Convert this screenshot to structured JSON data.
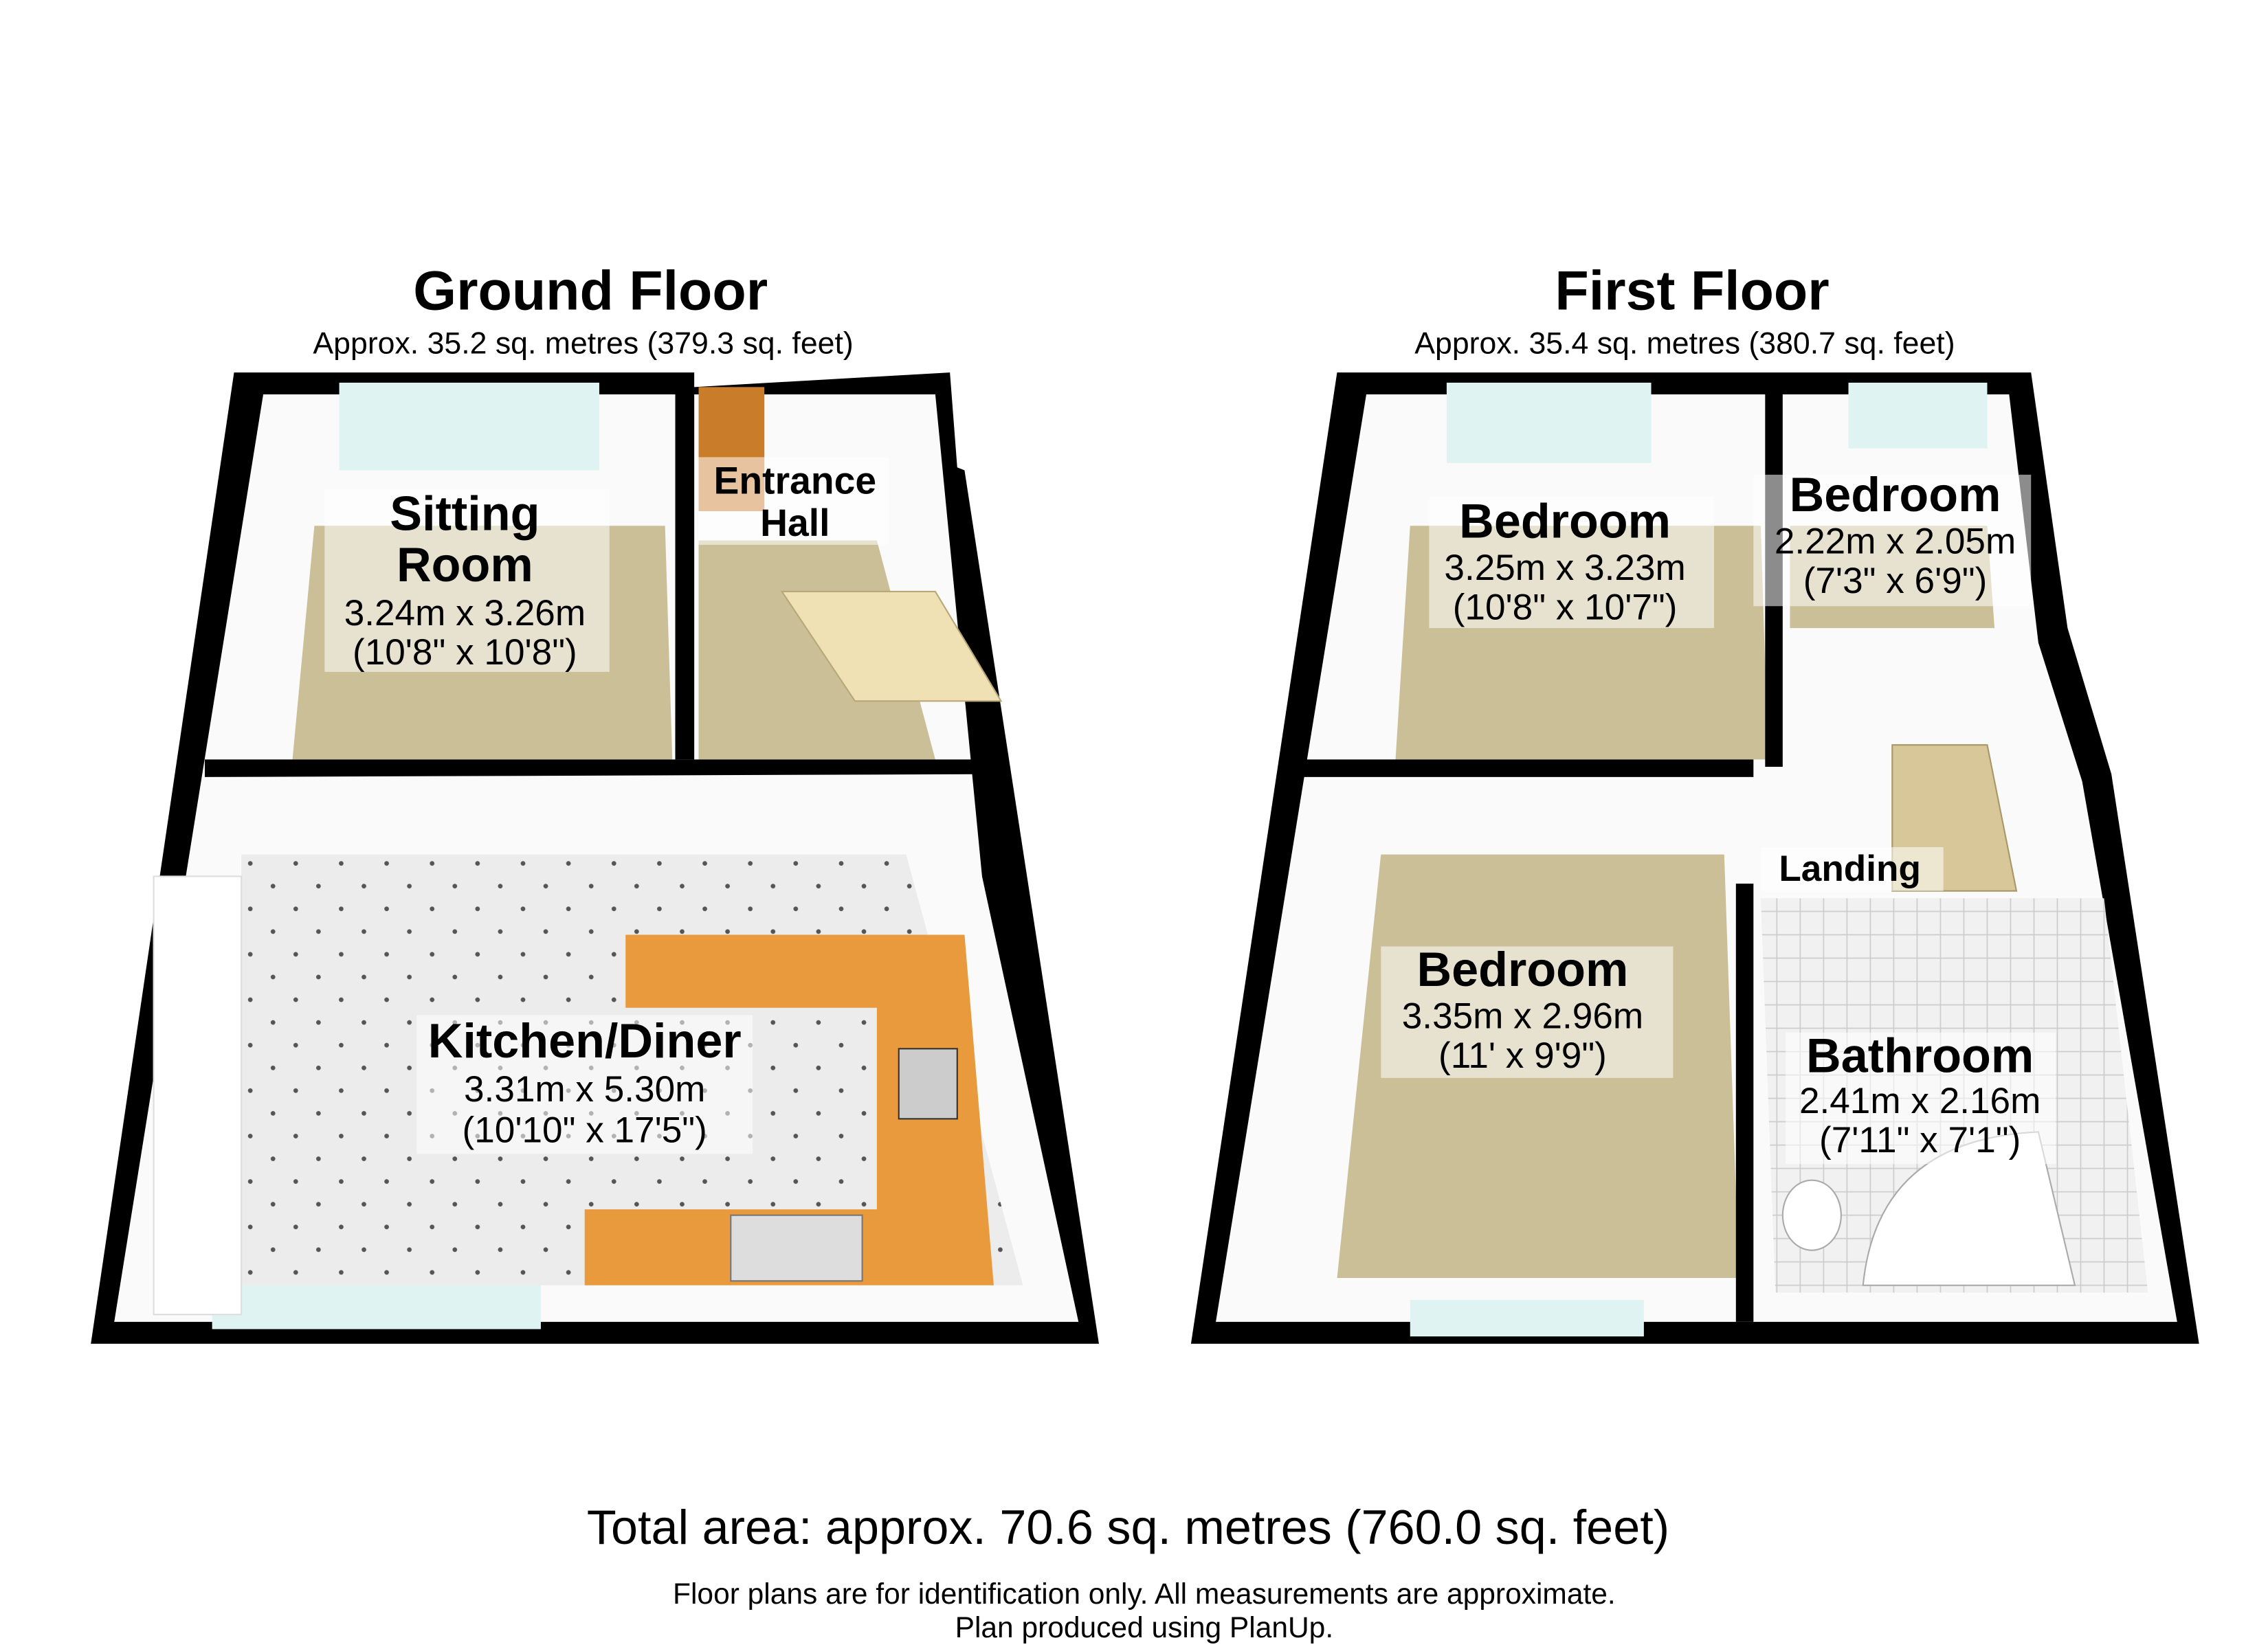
{
  "ground_floor": {
    "title": "Ground Floor",
    "area": "Approx. 35.2 sq. metres (379.3 sq. feet)",
    "rooms": [
      {
        "name_lines": [
          "Sitting",
          "Room"
        ],
        "dim_m": "3.24m x 3.26m",
        "dim_ft": "(10'8\" x 10'8\")"
      },
      {
        "name_lines": [
          "Entrance",
          "Hall"
        ]
      },
      {
        "name": "Kitchen/Diner",
        "dim_m": "3.31m x 5.30m",
        "dim_ft": "(10'10\" x 17'5\")"
      }
    ]
  },
  "first_floor": {
    "title": "First Floor",
    "area": "Approx. 35.4 sq. metres (380.7 sq. feet)",
    "rooms": [
      {
        "name": "Bedroom",
        "dim_m": "3.25m x 3.23m",
        "dim_ft": "(10'8\" x 10'7\")"
      },
      {
        "name": "Bedroom",
        "dim_m": "2.22m x 2.05m",
        "dim_ft": "(7'3\" x 6'9\")"
      },
      {
        "name": "Landing"
      },
      {
        "name": "Bedroom",
        "dim_m": "3.35m x 2.96m",
        "dim_ft": "(11' x 9'9\")"
      },
      {
        "name": "Bathroom",
        "dim_m": "2.41m x 2.16m",
        "dim_ft": "(7'11\" x 7'1\")"
      }
    ]
  },
  "footer": {
    "total": "Total area: approx. 70.6 sq. metres (760.0 sq. feet)",
    "disclaimer": "Floor plans are for identification only. All measurements are approximate.",
    "credit": "Plan produced using PlanUp."
  },
  "colors": {
    "wall": "#000000",
    "carpet": "#cbbf98",
    "tile": "#e6e6e6",
    "worktop": "#e89a3c",
    "window": "#dff3f3"
  }
}
